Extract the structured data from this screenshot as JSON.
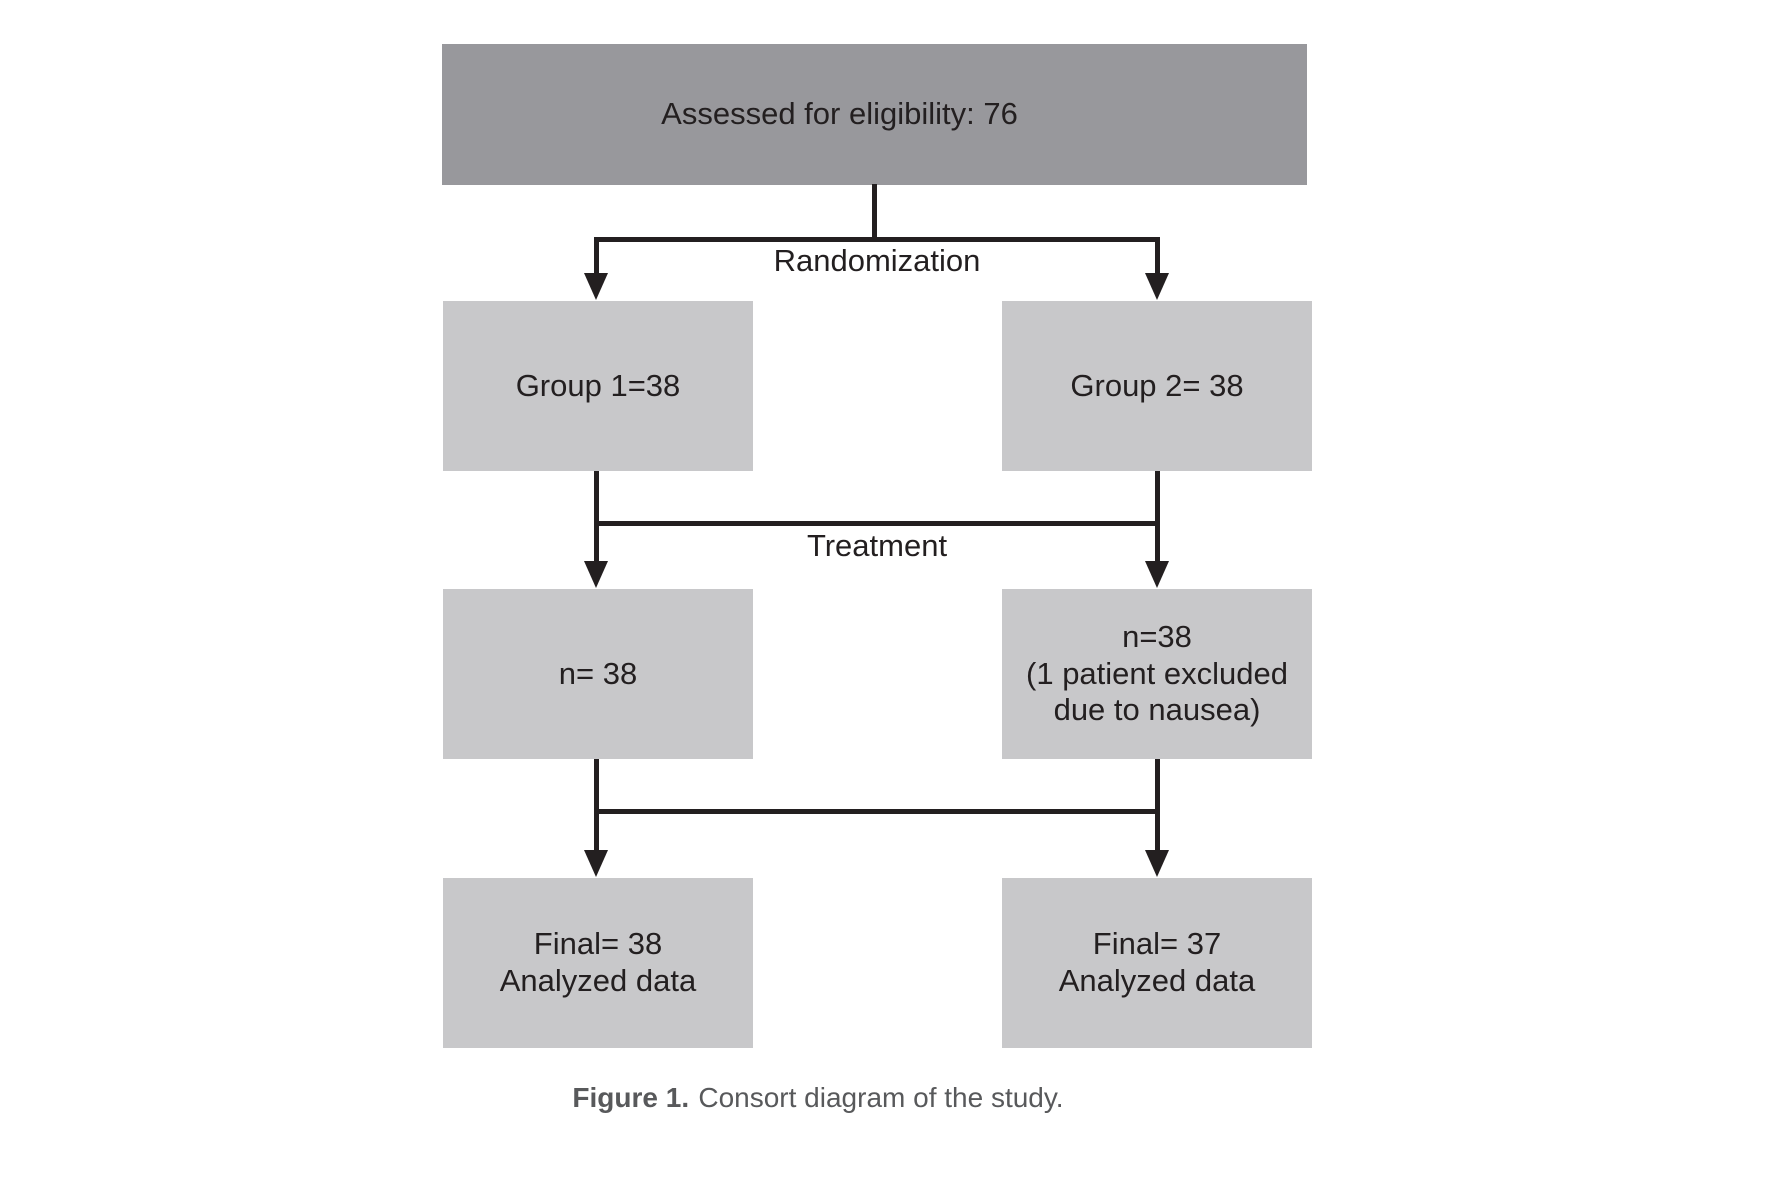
{
  "figure": {
    "assessed_box": "Assessed for eligibility: 76",
    "stage_labels": {
      "randomization": "Randomization",
      "treatment": "Treatment"
    },
    "group1": "Group 1=38",
    "group2": "Group 2= 38",
    "n1": "n= 38",
    "n2_line1": "n=38",
    "n2_line2": "(1 patient excluded",
    "n2_line3": "due to nausea)",
    "final1_line1": "Final= 38",
    "final1_line2": "Analyzed data",
    "final2_line1": "Final= 37",
    "final2_line2": "Analyzed data",
    "caption_prefix": "Figure 1.",
    "caption_text": "Consort diagram of the study."
  },
  "colors": {
    "header_box": "#98989c",
    "light_box": "#c8c8ca",
    "line": "#231f20",
    "box_text": "#231f20",
    "caption_text": "#58595b"
  }
}
